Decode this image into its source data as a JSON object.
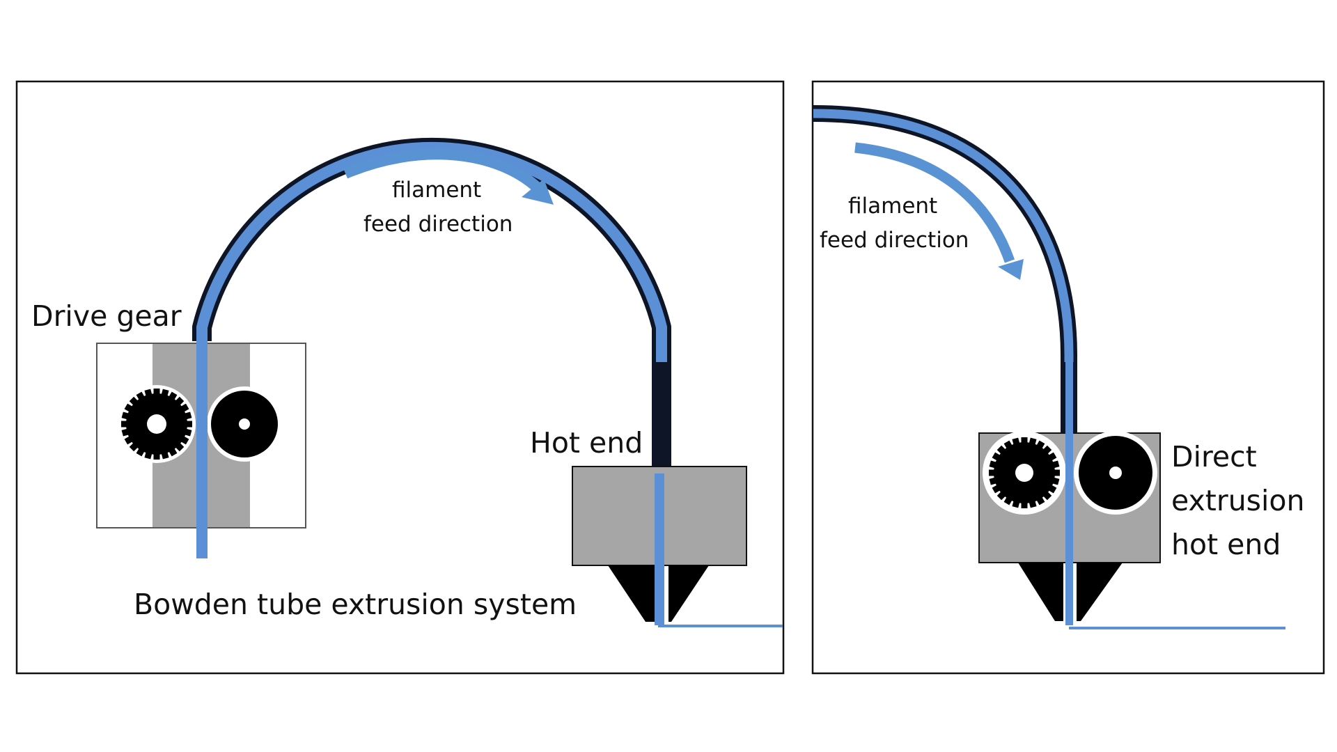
{
  "left_panel": {
    "caption": "Bowden tube extrusion system",
    "drive_gear_label": "Drive gear",
    "hot_end_label": "Hot end",
    "arrow_label_line1": "filament",
    "arrow_label_line2": "feed direction"
  },
  "right_panel": {
    "label_line1": "Direct",
    "label_line2": "extrusion",
    "label_line3": "hot end",
    "arrow_label_line1": "filament",
    "arrow_label_line2": "feed direction"
  },
  "colors": {
    "filament": "#5b8fd6",
    "tube_outline": "#0d1526",
    "gray": "#a6a6a6",
    "nozzle": "#000000",
    "arrow": "#5a93d3"
  }
}
